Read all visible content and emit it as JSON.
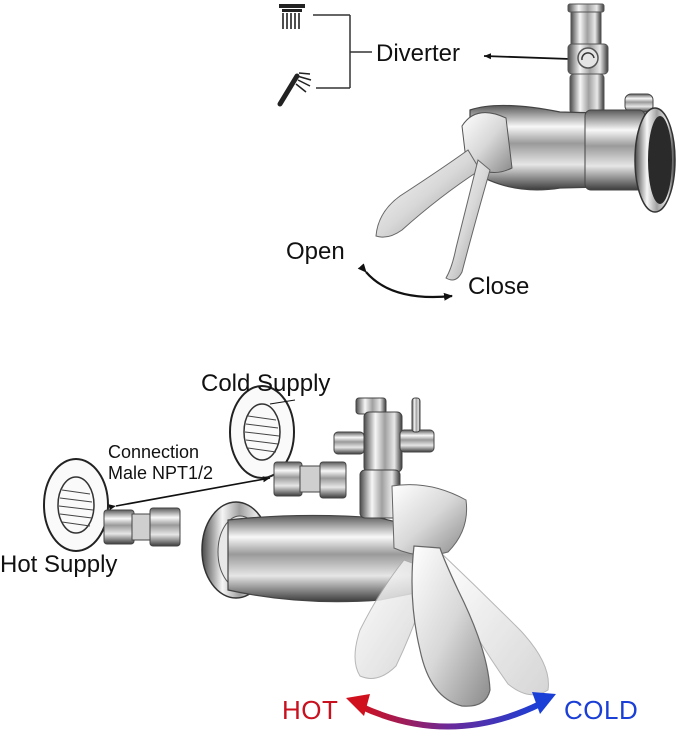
{
  "labels": {
    "diverter": "Diverter",
    "open": "Open",
    "close": "Close",
    "cold_supply": "Cold Supply",
    "connection_line1": "Connection",
    "connection_line2": "Male NPT1/2",
    "hot_supply": "Hot Supply",
    "hot": "HOT",
    "cold": "COLD"
  },
  "colors": {
    "hot": "#c8101e",
    "cold": "#1a3fd6",
    "chrome_light": "#f4f4f4",
    "chrome_mid": "#b5b5b5",
    "chrome_dark": "#3a3a3a",
    "text": "#111111"
  },
  "icons": [
    "overhead-shower-icon",
    "hand-shower-icon"
  ]
}
